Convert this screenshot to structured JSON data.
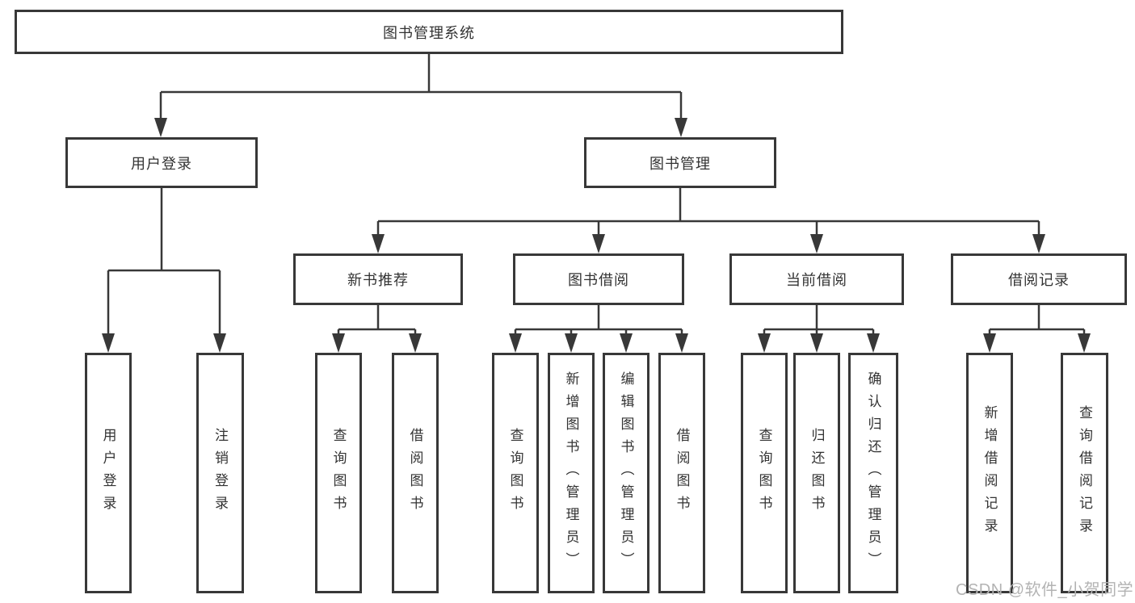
{
  "colors": {
    "line": "#383838",
    "box_border": "#383838",
    "text": "#333333",
    "watermark": "#b3b3b3",
    "background": "#ffffff"
  },
  "watermark": {
    "text": "CSDN @软件_小贺同学"
  },
  "tree": {
    "root": {
      "label": "图书管理系统",
      "children": [
        {
          "label": "用户登录",
          "children": [
            {
              "label": "用户登录"
            },
            {
              "label": "注销登录"
            }
          ]
        },
        {
          "label": "图书管理",
          "children": [
            {
              "label": "新书推荐",
              "children": [
                {
                  "label": "查询图书"
                },
                {
                  "label": "借阅图书"
                }
              ]
            },
            {
              "label": "图书借阅",
              "children": [
                {
                  "label": "查询图书"
                },
                {
                  "label": "新增图书（管理员）"
                },
                {
                  "label": "编辑图书（管理员）"
                },
                {
                  "label": "借阅图书"
                }
              ]
            },
            {
              "label": "当前借阅",
              "children": [
                {
                  "label": "查询图书"
                },
                {
                  "label": "归还图书"
                },
                {
                  "label": "确认归还（管理员）"
                }
              ]
            },
            {
              "label": "借阅记录",
              "children": [
                {
                  "label": "新增借阅记录"
                },
                {
                  "label": "查询借阅记录"
                }
              ]
            }
          ]
        }
      ]
    }
  }
}
